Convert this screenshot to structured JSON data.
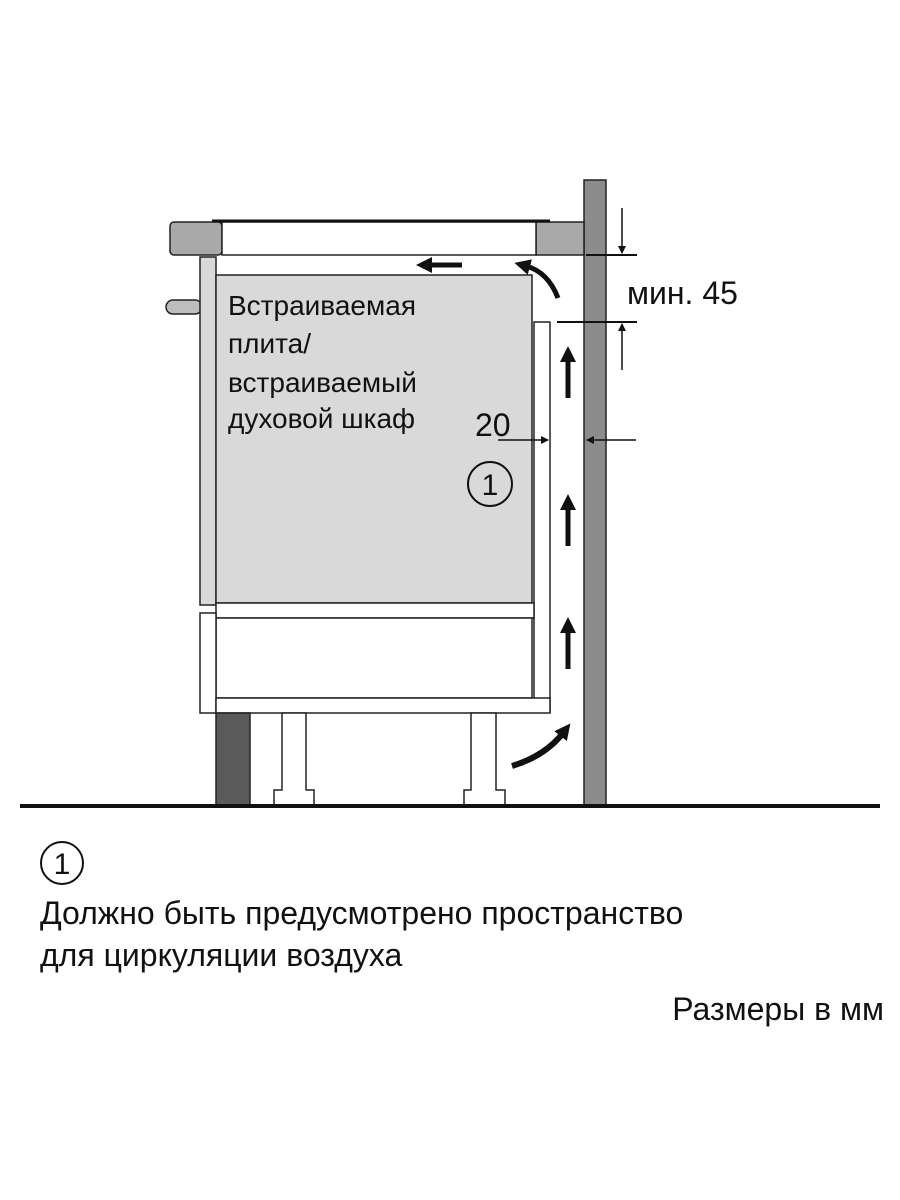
{
  "diagram": {
    "appliance_label": [
      "Встраиваемая",
      "плита/",
      "встраиваемый",
      "духовой шкаф"
    ],
    "dimension_top": "мин. 45",
    "dimension_side": "20",
    "callout_marker": "1"
  },
  "legend": {
    "marker": "1",
    "lines": [
      "Должно быть предусмотрено пространство",
      "для циркуляции воздуха"
    ]
  },
  "units_note": "Размеры в мм",
  "colors": {
    "wall": "#8c8c8c",
    "appliance": "#d9d9d9",
    "plinth": "#5a5a5a",
    "line": "#111111"
  }
}
